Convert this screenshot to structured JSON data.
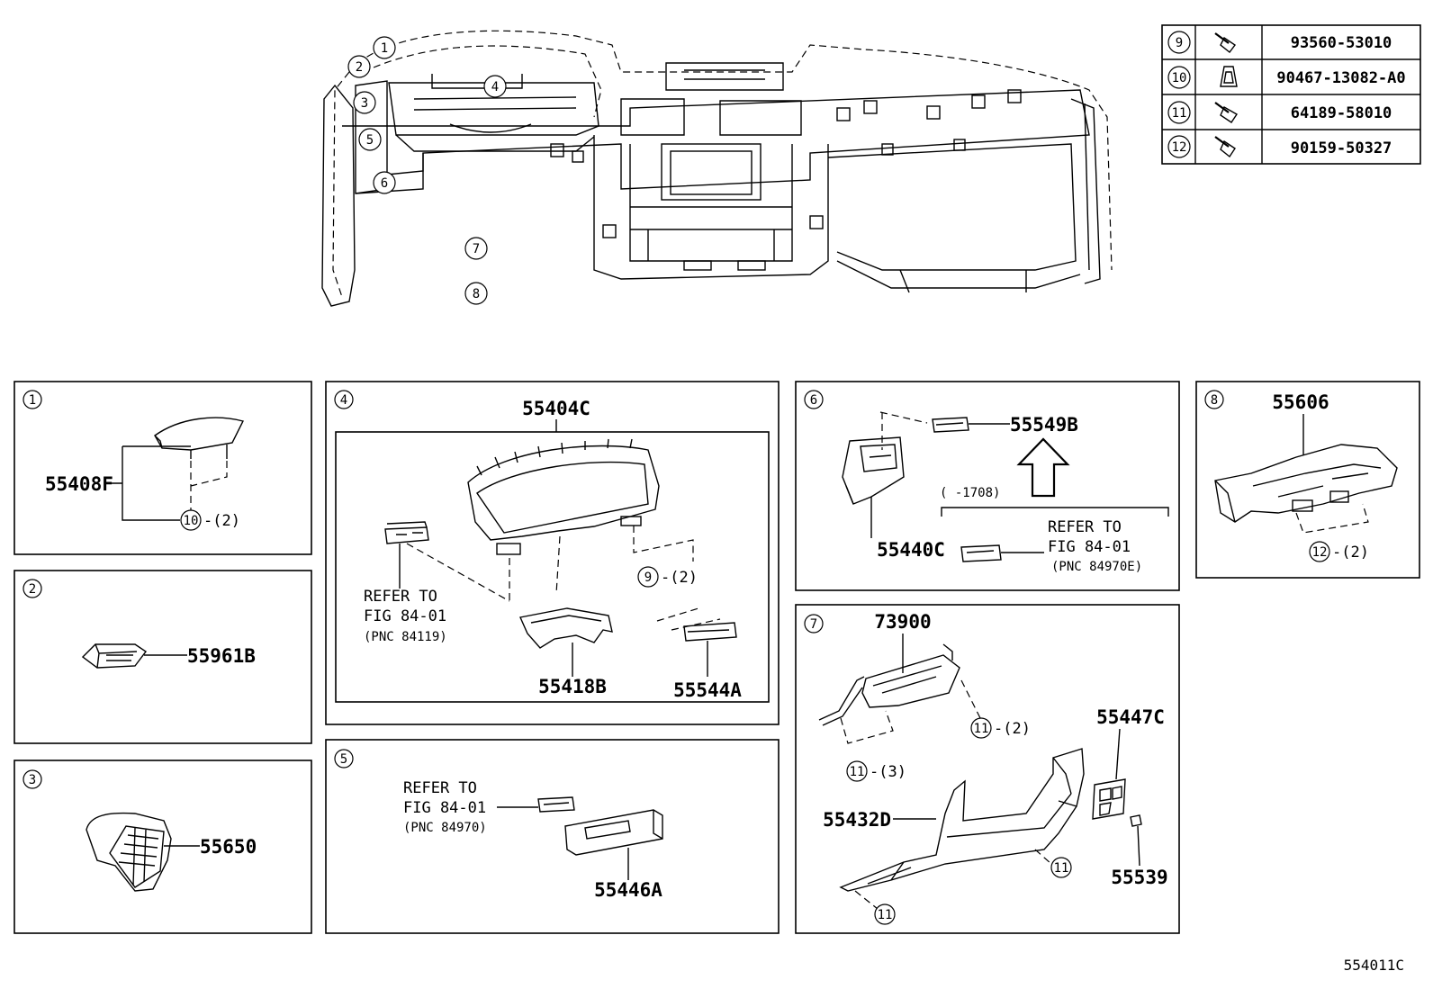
{
  "fasteners": [
    {
      "num": "9",
      "part": "93560-53010",
      "icon": "bolt-icon"
    },
    {
      "num": "10",
      "part": "90467-13082-A0",
      "icon": "clip-icon"
    },
    {
      "num": "11",
      "part": "64189-58010",
      "icon": "bolt-icon"
    },
    {
      "num": "12",
      "part": "90159-50327",
      "icon": "bolt-icon"
    }
  ],
  "overview_callouts": [
    "1",
    "2",
    "3",
    "4",
    "5",
    "6",
    "7",
    "8"
  ],
  "panel1": {
    "num": "1",
    "part": "55408F",
    "fastener": "10",
    "qty": "-(2)"
  },
  "panel2": {
    "num": "2",
    "part": "55961B"
  },
  "panel3": {
    "num": "3",
    "part": "55650"
  },
  "panel4": {
    "num": "4",
    "main_part": "55404C",
    "ref_lines": [
      "REFER TO",
      "FIG 84-01",
      "(PNC 84119)"
    ],
    "fastener": "9",
    "qty": "-(2)",
    "part_a": "55418B",
    "part_b": "55544A"
  },
  "panel5": {
    "num": "5",
    "ref_lines": [
      "REFER TO",
      "FIG 84-01",
      "(PNC 84970)"
    ],
    "part": "55446A"
  },
  "panel6": {
    "num": "6",
    "part_top": "55549B",
    "part_main": "55440C",
    "range": "(     -1708)",
    "ref_lines": [
      "REFER TO",
      "FIG 84-01",
      "(PNC 84970E)"
    ]
  },
  "panel7": {
    "num": "7",
    "part_top": "73900",
    "fastener_a": "11",
    "qty_a": "-(2)",
    "fastener_b": "11",
    "qty_b": "-(3)",
    "part_c": "55447C",
    "part_d": "55432D",
    "fastener_c": "11",
    "fastener_d": "11",
    "part_e": "55539"
  },
  "panel8": {
    "num": "8",
    "part": "55606",
    "fastener": "12",
    "qty": "-(2)"
  },
  "figure_code": "554011C"
}
